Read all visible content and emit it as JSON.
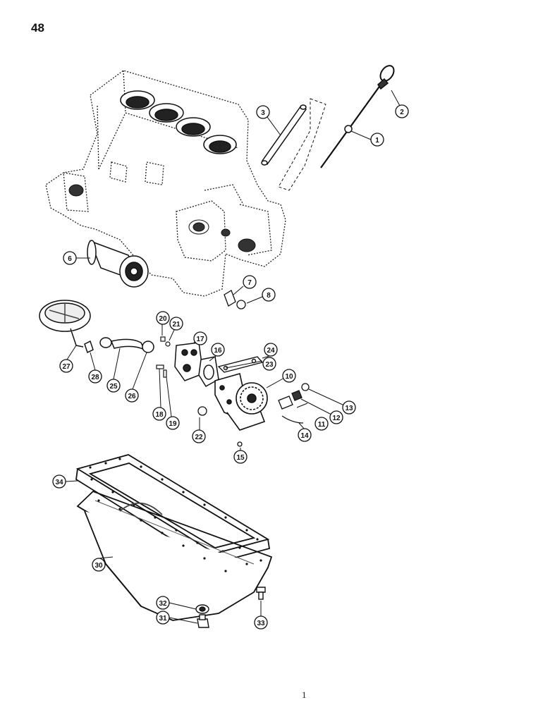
{
  "page": {
    "number": "48",
    "footer_mark": "1"
  },
  "callouts": {
    "c1": "1",
    "c2": "2",
    "c3": "3",
    "c6": "6",
    "c7": "7",
    "c8": "8",
    "c10": "10",
    "c11": "11",
    "c12": "12",
    "c13": "13",
    "c14": "14",
    "c15": "15",
    "c16": "16",
    "c17": "17",
    "c18": "18",
    "c19": "19",
    "c20": "20",
    "c21": "21",
    "c22": "22",
    "c23": "23",
    "c24": "24",
    "c25": "25",
    "c26": "26",
    "c27": "27",
    "c28": "28",
    "c30": "30",
    "c31": "31",
    "c32": "32",
    "c33": "33",
    "c34": "34"
  }
}
